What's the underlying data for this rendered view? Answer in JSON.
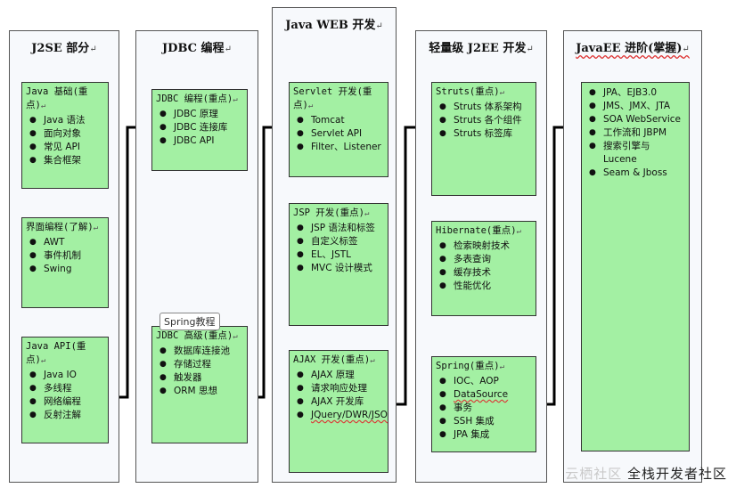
{
  "columns": [
    {
      "title": "J2SE 部分",
      "boxes": [
        {
          "head": "Java 基础(重点)",
          "items": [
            "Java 语法",
            "面向对象",
            "常见 API",
            "集合框架"
          ]
        },
        {
          "head": "界面编程(了解)",
          "items": [
            "AWT",
            "事件机制",
            "Swing"
          ]
        },
        {
          "head": "Java API(重点)",
          "items": [
            "Java IO",
            "多线程",
            "网络编程",
            "反射注解"
          ]
        }
      ]
    },
    {
      "title": "JDBC 编程",
      "boxes": [
        {
          "head": "JDBC 编程(重点)",
          "items": [
            "JDBC 原理",
            "JDBC 连接库",
            "JDBC API"
          ]
        },
        {
          "head": "JDBC 高级(重点)",
          "items": [
            "数据库连接池",
            "存储过程",
            "触发器",
            "ORM 思想"
          ]
        }
      ]
    },
    {
      "title": "Java WEB 开发",
      "boxes": [
        {
          "head": "Servlet 开发(重点)",
          "items": [
            "Tomcat",
            "Servlet API",
            "Filter、Listener"
          ]
        },
        {
          "head": "JSP 开发(重点)",
          "items": [
            "JSP 语法和标签",
            "自定义标签",
            "EL、JSTL",
            "MVC 设计模式"
          ]
        },
        {
          "head": "AJAX 开发(重点)",
          "items": [
            "AJAX 原理",
            "请求响应处理",
            "AJAX 开发库",
            "JQuery/DWR/JSON"
          ]
        }
      ]
    },
    {
      "title": "轻量级 J2EE 开发",
      "boxes": [
        {
          "head": "Struts(重点)",
          "items": [
            "Struts 体系架构",
            "Struts 各个组件",
            "Struts 标签库"
          ]
        },
        {
          "head": "Hibernate(重点)",
          "items": [
            "检索映射技术",
            "多表查询",
            "缓存技术",
            "性能优化"
          ]
        },
        {
          "head": "Spring(重点)",
          "items": [
            "IOC、AOP",
            "DataSource",
            "事务",
            "SSH 集成",
            "JPA 集成"
          ]
        }
      ]
    },
    {
      "title": "JavaEE 进阶(掌握)",
      "boxes": [
        {
          "head": "",
          "items": [
            "JPA、EJB3.0",
            "JMS、JMX、JTA",
            "SOA WebService",
            "工作流和 JBPM",
            "搜索引擎与 Lucene",
            "Seam & Jboss"
          ]
        }
      ]
    }
  ],
  "mark": "↵",
  "tooltip": "Spring教程",
  "watermark": {
    "faded": "云栖社区",
    "strong": "全栈开发者社区"
  },
  "colors": {
    "box": "#a3f0a3",
    "column": "#f7f9fc",
    "connector": "#000000"
  }
}
